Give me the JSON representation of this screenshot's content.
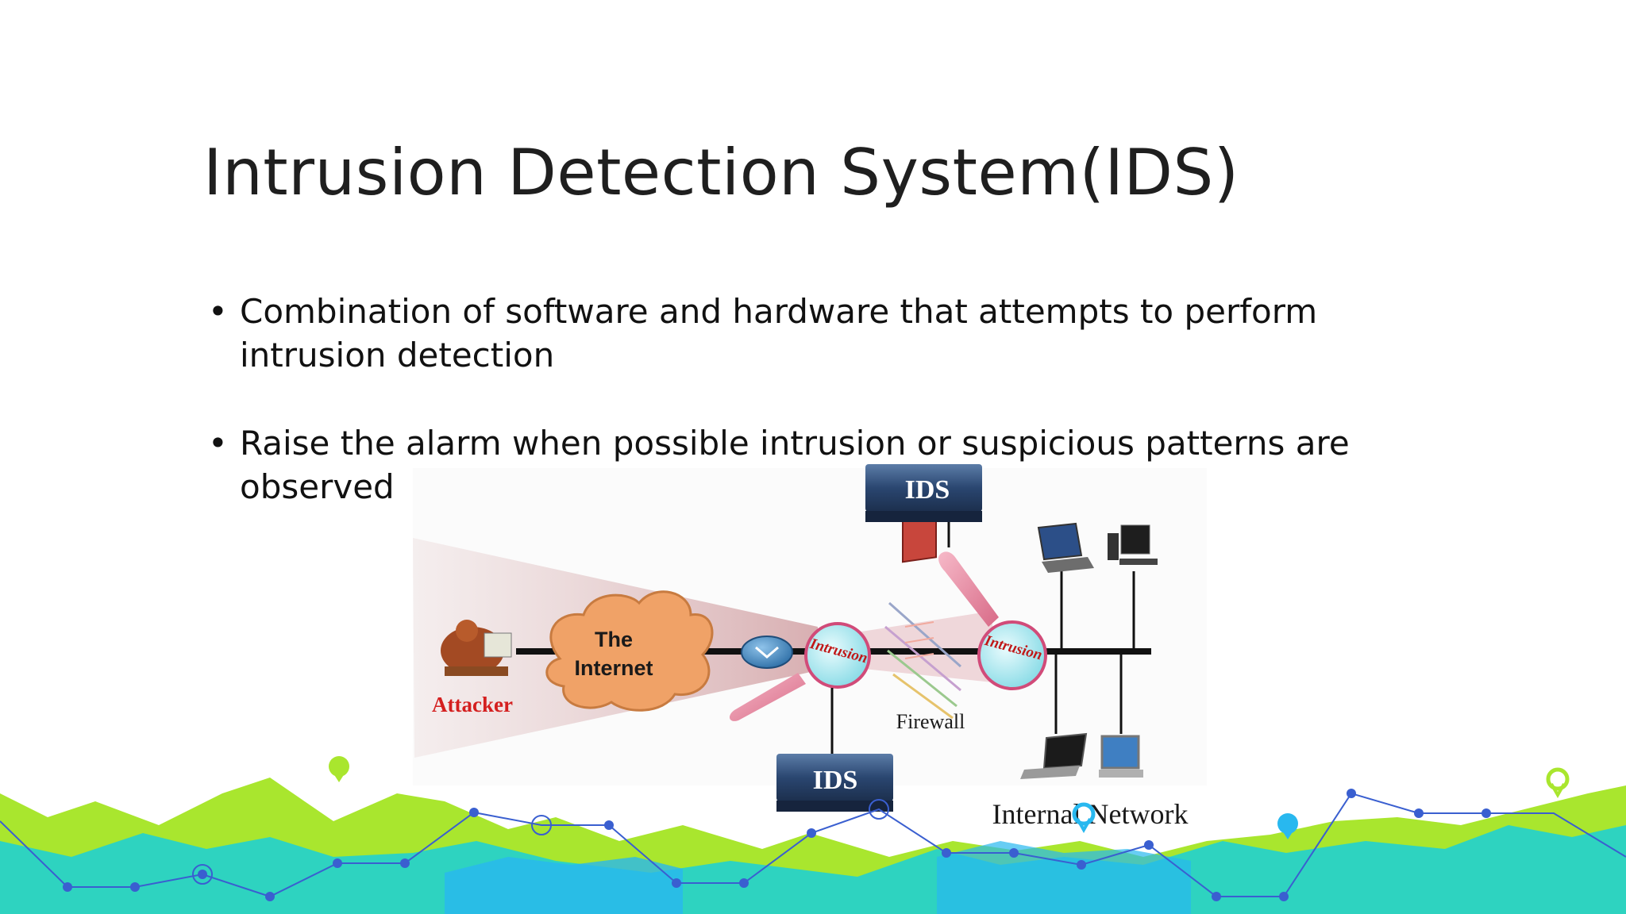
{
  "slide": {
    "title": "Intrusion Detection System(IDS)",
    "bullets": [
      "Combination of software and hardware that attempts to perform intrusion detection",
      "Raise the alarm when possible intrusion or suspicious patterns are observed"
    ],
    "bullet_glyph": "•"
  },
  "diagram": {
    "attacker_label": "Attacker",
    "cloud_line1": "The",
    "cloud_line2": "Internet",
    "intrusion_label": "Intrusion",
    "firewall_label": "Firewall",
    "ids_label": "IDS",
    "internal_network_label": "Internal Network",
    "colors": {
      "attacker": "#d41f1f",
      "cloud": "#f0a267",
      "ids_box": "#2b4a78",
      "lens": "#9fe6ee",
      "lime": "#a9e62e",
      "teal": "#2ed3c0",
      "cyan": "#28b8ef",
      "line_blue": "#3a5fd0"
    }
  }
}
